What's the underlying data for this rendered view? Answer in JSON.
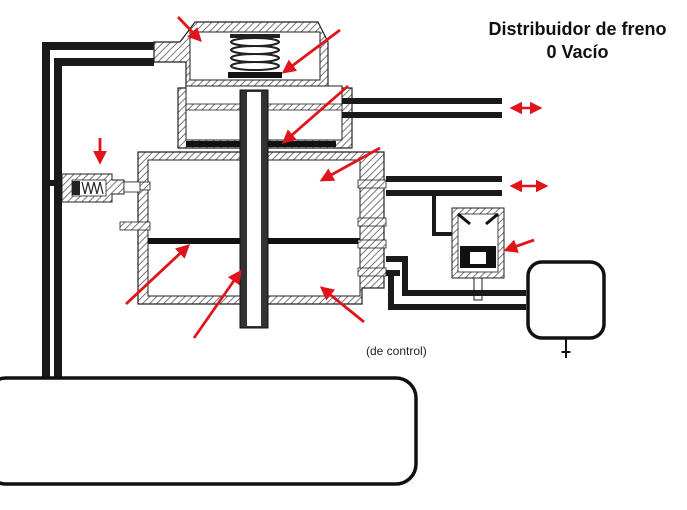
{
  "title": {
    "line1": "Distribuidor de freno",
    "line2": "0 Vacío"
  },
  "caption": "(de control)",
  "battery_sign": "+",
  "colors": {
    "pipe": "#1a1a1a",
    "hatch": "#888888",
    "arrow": "#e0151b",
    "line": "#000000"
  },
  "icons": [
    "spring-icon",
    "check-valve-icon",
    "piston-rod-icon",
    "double-arrow-icon",
    "red-pointer-arrow-icon"
  ]
}
